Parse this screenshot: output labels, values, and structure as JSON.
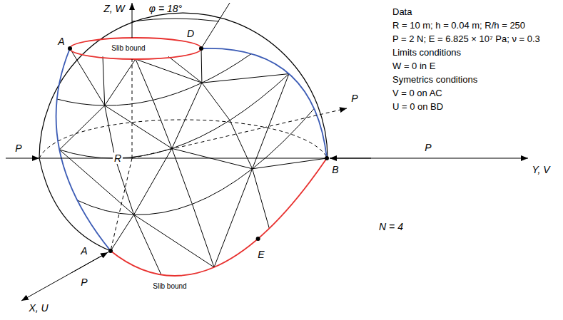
{
  "diagram": {
    "labels": [
      "Z, W",
      "φ = 18°",
      "Data",
      "R = 10 m; h = 0.04 m; R/h = 250",
      "P = 2 N; E = 6.825 × 10⁷ Pa; ν = 0.3",
      "Limits conditions",
      "W = 0 in E",
      "Symetrics conditions",
      "V = 0 on AC",
      "U = 0 on BD",
      "A",
      "D",
      "Slib bound",
      "P",
      "P",
      "R",
      "B",
      "P",
      "Y, V",
      "N = 4",
      "A",
      "P",
      "E",
      "Slib bound",
      "X, U"
    ]
  }
}
